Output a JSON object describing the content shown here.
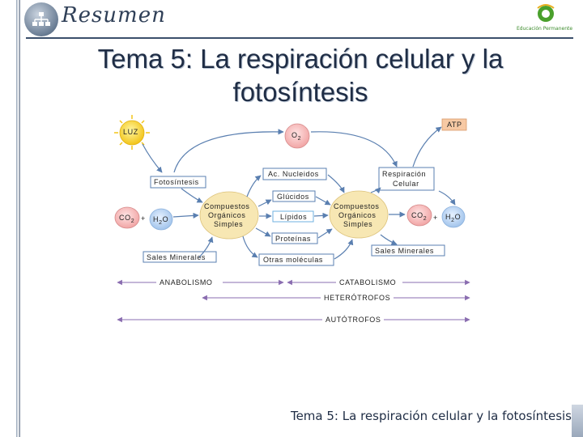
{
  "header": {
    "section_label": "Resumen",
    "brand_text": "Educación Permanente"
  },
  "title": "Tema 5: La respiración celular y la fotosíntesis",
  "diagram": {
    "luz": "LUZ",
    "o2": "O",
    "o2_sub": "2",
    "atp": "ATP",
    "fotosintesis": "Fotosíntesis",
    "ac_nucleicos": "Ac. Nucleidos",
    "respiracion": "Respiración",
    "celular": "Celular",
    "glucidos": "Glúcidos",
    "lipidos": "Lípidos",
    "proteinas": "Proteínas",
    "co2_left": "CO",
    "co2_left_sub": "2",
    "plus_left": "+",
    "h2o_left": "H",
    "h2o_left_sub": "2",
    "h2o_left_end": "O",
    "co2_right": "CO",
    "co2_right_sub": "2",
    "plus_right": "+",
    "h2o_right": "H",
    "h2o_right_sub": "2",
    "h2o_right_end": "O",
    "compuestos_left": [
      "Compuestos",
      "Orgánicos",
      "Simples"
    ],
    "compuestos_right": [
      "Compuestos",
      "Orgánicos",
      "Simples"
    ],
    "sales_left": "Sales Minerales",
    "sales_right": "Sales Minerales",
    "otras": "Otras moléculas",
    "anabolismo": "ANABOLISMO",
    "catabolismo": "CATABOLISMO",
    "heterotrofos": "HETERÓTROFOS",
    "autotrofos": "AUTÓTROFOS"
  },
  "footer": "Tema 5: La respiración celular y la fotosíntesis"
}
